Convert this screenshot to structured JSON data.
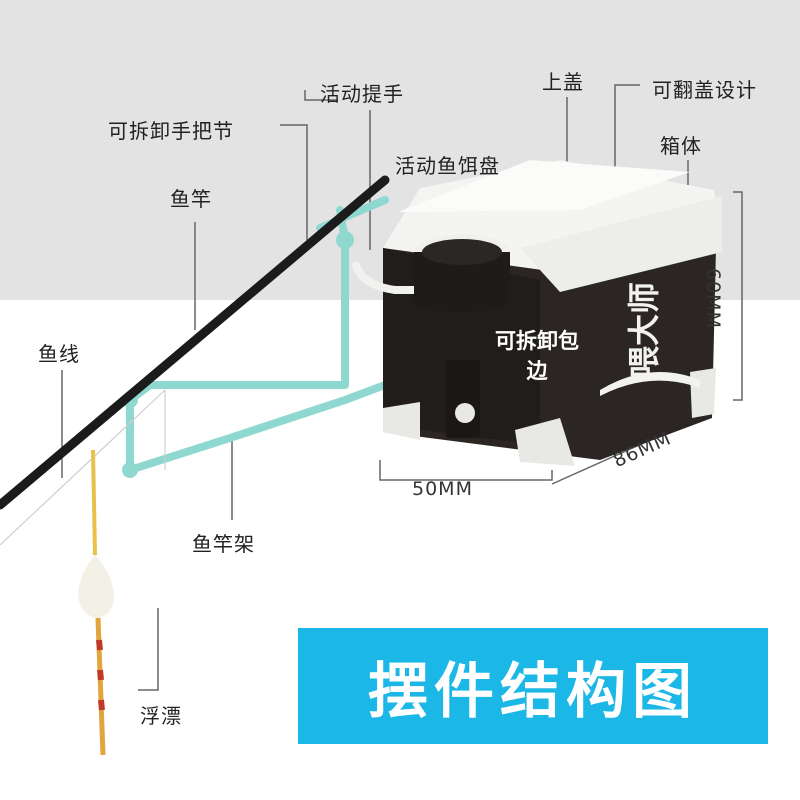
{
  "labels": {
    "handle_joint": "可拆卸手把节",
    "rod": "鱼竿",
    "movable_handle": "活动提手",
    "top_cover": "上盖",
    "flip_cover": "可翻盖设计",
    "bait_tray": "活动鱼饵盘",
    "box_body": "箱体",
    "fishing_line": "鱼线",
    "edge_wrap": "可拆卸包边",
    "rod_holder": "鱼竿架",
    "float": "浮漂"
  },
  "dimensions": {
    "height": "60MM",
    "width": "50MM",
    "depth": "86MM"
  },
  "logo_text": "喂大师",
  "banner": {
    "title": "摆件结构图"
  },
  "colors": {
    "banner": "#1bb7e6",
    "rod_holder": "#8fd8d0",
    "box_dark": "#2b2623",
    "box_lid": "#f4f4f2",
    "backdrop": "#e6e6e6"
  }
}
